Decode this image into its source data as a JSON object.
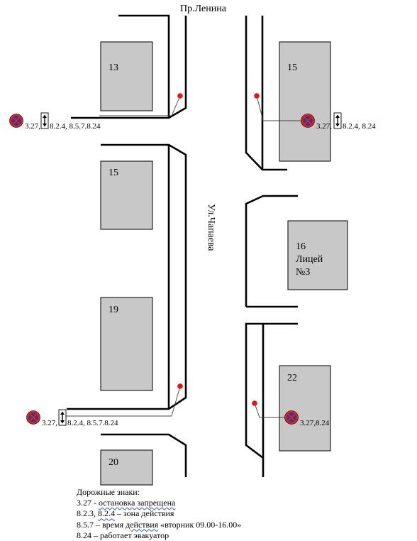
{
  "streets": {
    "lenina": "Пр.Ленина",
    "chapaeva": "Ул.Чапаева"
  },
  "buildings": [
    {
      "id": "b13",
      "label": "13"
    },
    {
      "id": "b15a",
      "label": "15"
    },
    {
      "id": "b15b",
      "label": "15"
    },
    {
      "id": "b16",
      "label": "16",
      "label2": "Лицей",
      "label3": "№3"
    },
    {
      "id": "b19",
      "label": "19"
    },
    {
      "id": "b20",
      "label": "20"
    },
    {
      "id": "b22",
      "label": "22"
    }
  ],
  "signs": [
    {
      "id": "s1",
      "code_a": "3.27,",
      "code_b": "8.2.4, 8.5.7.8.24"
    },
    {
      "id": "s2",
      "code_a": "3.27,",
      "code_b": "8.2.4, 8.24"
    },
    {
      "id": "s3",
      "code_a": "3.27,",
      "code_b": "8.2.4, 8.5.7.8.24"
    },
    {
      "id": "s4",
      "code_a": "3.27,8.24",
      "code_b": ""
    }
  ],
  "colors": {
    "building": "#c8c8c8",
    "sign_ring": "#d6232a",
    "sign_field": "#2b3a8f",
    "marker": "#e0161b"
  },
  "legend": {
    "title": "Дорожные знаки:",
    "l1_code": "3.27 - ",
    "l1_desc": "остановка  запрещена",
    "l2_code": "8.2.3, ",
    "l2_code_b": "8.2.4",
    "l2_desc": " – зона действия",
    "l3_code": "8.5.7 – время ",
    "l3_mid": "действия",
    "l3_desc": "  «вторник 09.00-16.00»",
    "l4_code": "8.24 – ",
    "l4_desc": " работает эвакуатор"
  }
}
